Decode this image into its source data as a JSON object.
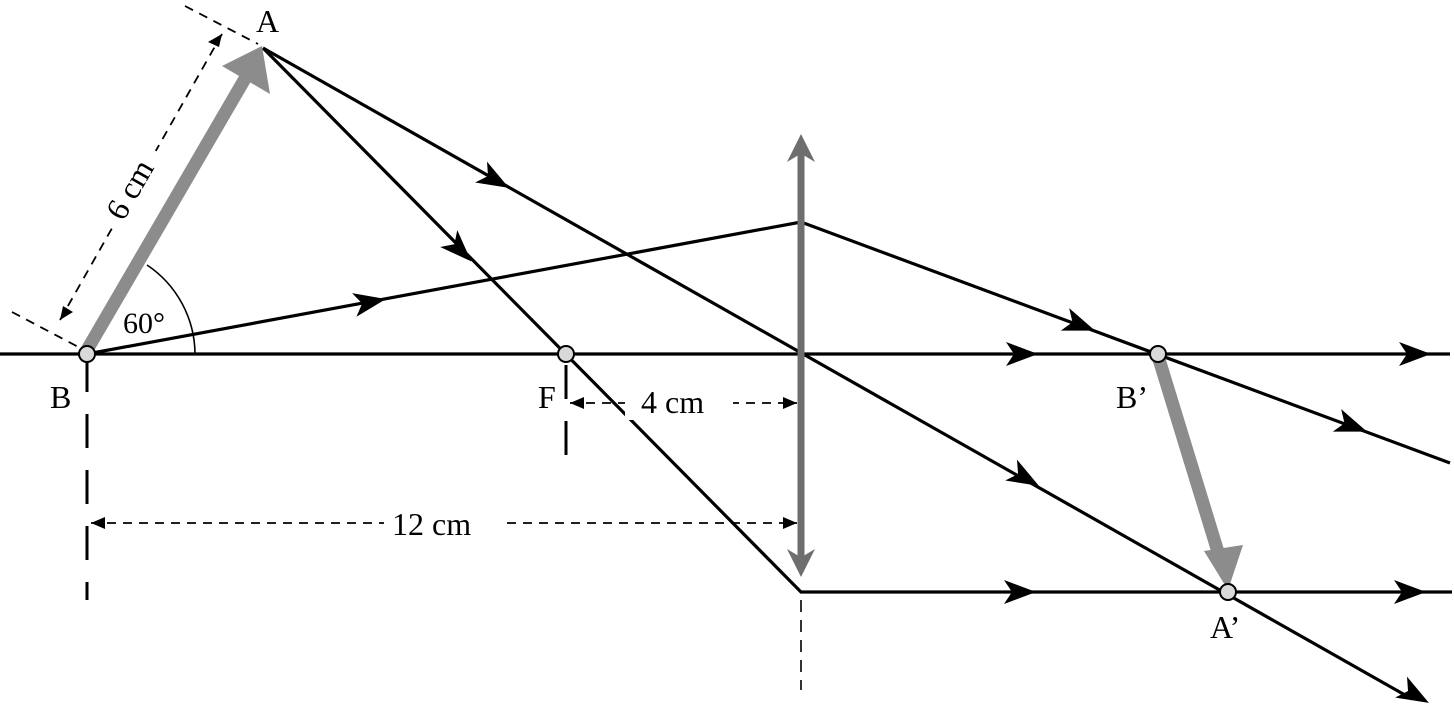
{
  "labels": {
    "object_top": "A",
    "object_base": "B",
    "focus": "F",
    "image_base": "B’",
    "image_top": "A’",
    "angle": "60°",
    "object_height": "6 cm",
    "focal_length": "4 cm",
    "object_distance": "12 cm"
  },
  "colors": {
    "ray": "#000000",
    "object_arrow": "#8c8c8c",
    "image_arrow": "#8c8c8c",
    "lens": "#6e6e6e",
    "point_fill": "#d9d9d9"
  },
  "icons": {
    "lens": "converging-lens-icon",
    "ray_direction": "arrowhead-icon"
  }
}
